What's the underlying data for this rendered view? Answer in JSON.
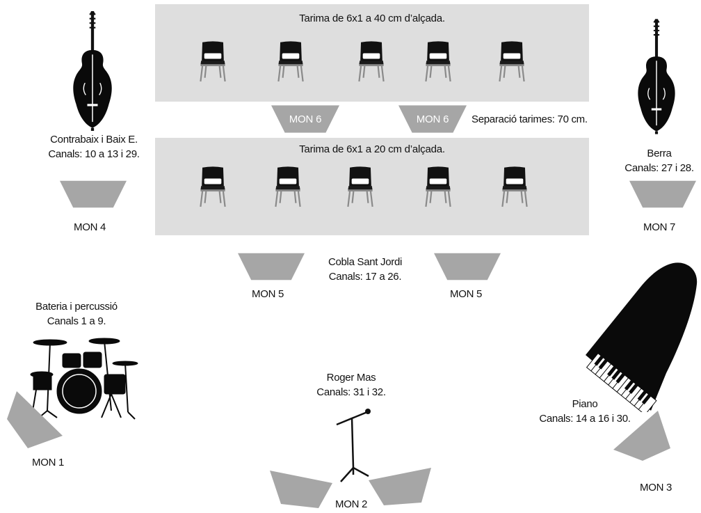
{
  "platforms": {
    "upper": {
      "title": "Tarima de 6x1 a 40 cm d’alçada."
    },
    "lower": {
      "title": "Tarima de 6x1 a 20 cm d’alçada."
    },
    "separation": "Separació tarimes: 70 cm."
  },
  "monitors": {
    "mon6a": "MON 6",
    "mon6b": "MON 6",
    "mon4": "MON 4",
    "mon7": "MON 7",
    "mon5a": "MON 5",
    "mon5b": "MON 5",
    "mon1": "MON 1",
    "mon2": "MON 2",
    "mon3": "MON 3"
  },
  "stations": {
    "contrabaix": {
      "name": "Contrabaix i Baix E.",
      "channels": "Canals: 10 a 13 i 29.",
      "icon": "double-bass-icon"
    },
    "berra": {
      "name": "Berra",
      "channels": "Canals: 27 i 28.",
      "icon": "double-bass-icon"
    },
    "cobla": {
      "name": "Cobla Sant Jordi",
      "channels": "Canals: 17 a 26."
    },
    "bateria": {
      "name": "Bateria i percussió",
      "channels": "Canals 1 a 9.",
      "icon": "drum-kit-icon"
    },
    "roger": {
      "name": "Roger Mas",
      "channels": "Canals: 31 i 32.",
      "icon": "microphone-stand-icon"
    },
    "piano": {
      "name": "Piano",
      "channels": "Canals: 14 a 16 i 30.",
      "icon": "grand-piano-icon"
    }
  },
  "colors": {
    "platform": "#dedede",
    "monitor": "#a6a6a6",
    "instrument": "#0a0a0a"
  }
}
